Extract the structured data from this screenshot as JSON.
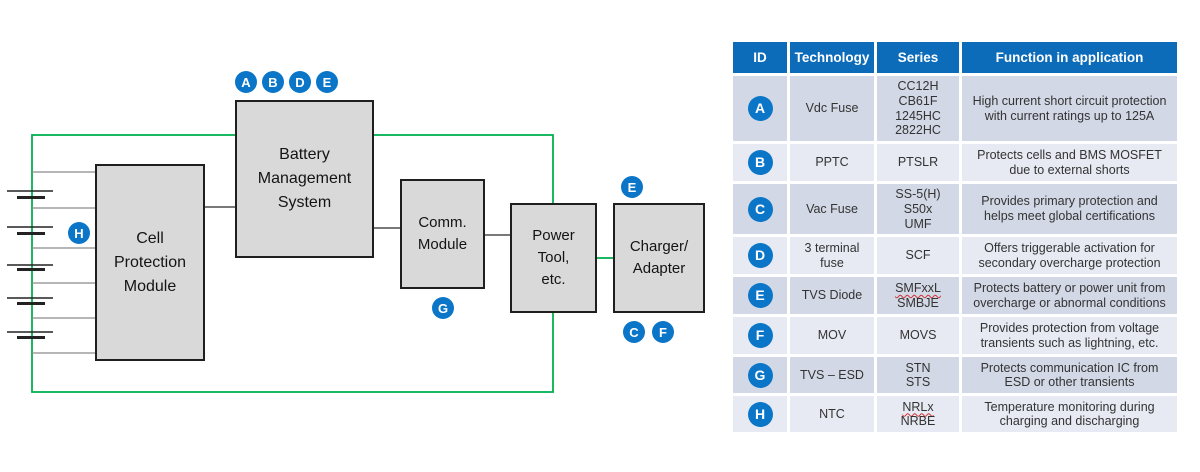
{
  "colors": {
    "pack_outline_green": "#00B050",
    "module_fill": "#D9D9D9",
    "module_border": "#1F1F1F",
    "badge_blue": "#0B76C8",
    "table_header_blue": "#0C6CBA",
    "row_stripe_dark": "#D2D8E5",
    "row_stripe_light": "#E7EAF3",
    "misspell_underline_red": "#CC3333"
  },
  "diagram": {
    "boxes": [
      {
        "label": "Cell\nProtection\nModule"
      },
      {
        "label": "Battery\nManagement\nSystem"
      },
      {
        "label": "Comm.\nModule"
      },
      {
        "label": "Power\nTool,\netc."
      },
      {
        "label": "Charger/\nAdapter"
      }
    ],
    "badges": [
      {
        "letter": "A"
      },
      {
        "letter": "B"
      },
      {
        "letter": "D"
      },
      {
        "letter": "E"
      },
      {
        "letter": "H"
      },
      {
        "letter": "G"
      },
      {
        "letter": "E"
      },
      {
        "letter": "C"
      },
      {
        "letter": "F"
      }
    ]
  },
  "table": {
    "headers": [
      "ID",
      "Technology",
      "Series",
      "Function in application"
    ],
    "rows": [
      {
        "id": "A",
        "technology": "Vdc Fuse",
        "series": [
          "CC12H",
          "CB61F",
          "1245HC",
          "2822HC"
        ],
        "underlined": [],
        "function": "High current short circuit protection with current ratings up to 125A"
      },
      {
        "id": "B",
        "technology": "PPTC",
        "series": [
          "PTSLR"
        ],
        "underlined": [],
        "function": "Protects cells and BMS MOSFET due to external shorts"
      },
      {
        "id": "C",
        "technology": "Vac Fuse",
        "series": [
          "SS-5(H)",
          "S50x",
          "UMF"
        ],
        "underlined": [],
        "function": "Provides primary protection and helps meet global certifications"
      },
      {
        "id": "D",
        "technology": "3 terminal fuse",
        "series": [
          "SCF"
        ],
        "underlined": [],
        "function": "Offers triggerable activation for secondary overcharge protection"
      },
      {
        "id": "E",
        "technology": "TVS Diode",
        "series": [
          "SMFxxL",
          "SMBJE"
        ],
        "underlined": [
          "SMFxxL"
        ],
        "function": "Protects battery or power unit from overcharge or abnormal conditions"
      },
      {
        "id": "F",
        "technology": "MOV",
        "series": [
          "MOVS"
        ],
        "underlined": [],
        "function": "Provides protection from voltage transients such as lightning, etc."
      },
      {
        "id": "G",
        "technology": "TVS – ESD",
        "series": [
          "STN",
          "STS"
        ],
        "underlined": [],
        "function": "Protects communication IC from ESD or other transients"
      },
      {
        "id": "H",
        "technology": "NTC",
        "series": [
          "NRLx",
          "NRBE"
        ],
        "underlined": [
          "NRLx"
        ],
        "function": "Temperature monitoring during charging and discharging"
      }
    ]
  }
}
